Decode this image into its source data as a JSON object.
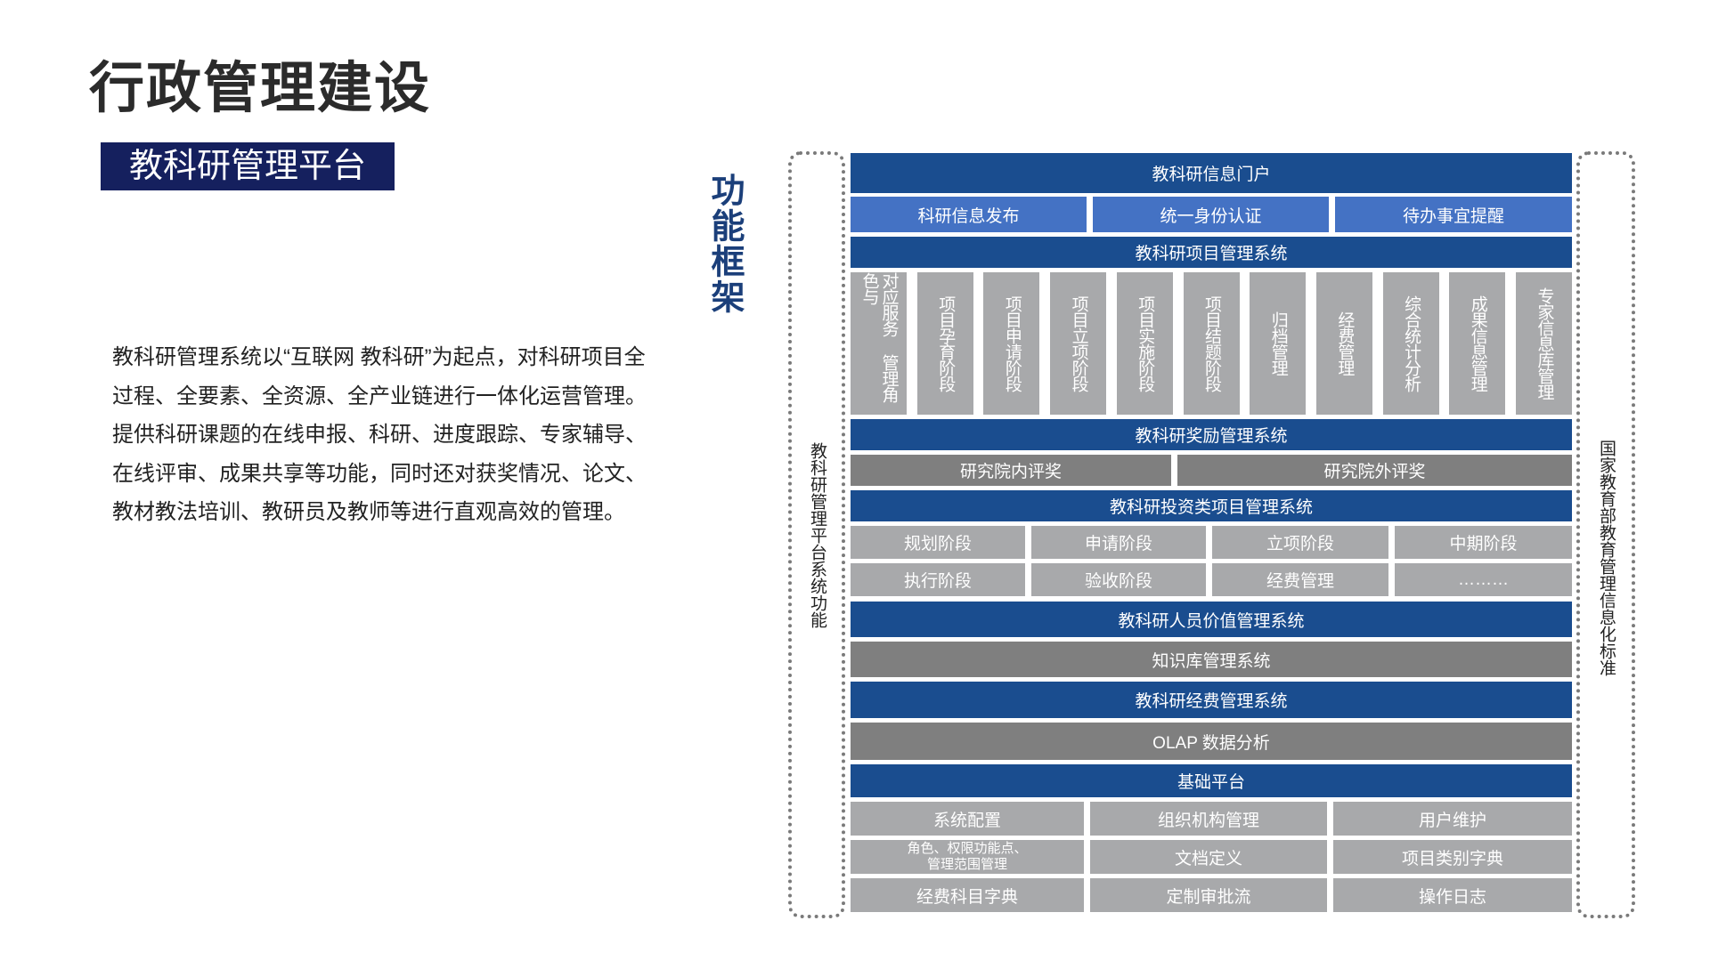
{
  "header": {
    "title": "行政管理建设",
    "subtitle": "教科研管理平台",
    "section_label": "功能框架"
  },
  "description": "教科研管理系统以“互联网 教科研”为起点，对科研项目全过程、全要素、全资源、全产业链进行一体化运营管理。提供科研课题的在线申报、科研、进度跟踪、专家辅导、在线评审、成果共享等功能，同时还对获奖情况、论文、教材教法培训、教研员及教师等进行直观高效的管理。",
  "side_labels": {
    "left": "教科研管理平台系统功能",
    "right": "国家教育部教育管理信息化标准"
  },
  "diagram": {
    "portal": "教科研信息门户",
    "portal_items": [
      "科研信息发布",
      "统一身份认证",
      "待办事宜提醒"
    ],
    "project_system": "教科研项目管理系统",
    "project_columns": [
      "对应服务 管理角色与",
      "项目孕育阶段",
      "项目申请阶段",
      "项目立项阶段",
      "项目实施阶段",
      "项目结题阶段",
      "归档管理",
      "经费管理",
      "综合统计分析",
      "成果信息管理",
      "专家信息库管理"
    ],
    "award_system": "教科研奖励管理系统",
    "award_items": [
      "研究院内评奖",
      "研究院外评奖"
    ],
    "invest_system": "教科研投资类项目管理系统",
    "invest_row1": [
      "规划阶段",
      "申请阶段",
      "立项阶段",
      "中期阶段"
    ],
    "invest_row2": [
      "执行阶段",
      "验收阶段",
      "经费管理",
      "………"
    ],
    "personnel_system": "教科研人员价值管理系统",
    "knowledge_system": "知识库管理系统",
    "funding_system": "教科研经费管理系统",
    "olap": "OLAP 数据分析",
    "base_platform": "基础平台",
    "base_row1": [
      "系统配置",
      "组织机构管理",
      "用户维护"
    ],
    "base_row2_first": [
      "角色、权限功能点、",
      "管理范围管理"
    ],
    "base_row2": [
      "文档定义",
      "项目类别字典"
    ],
    "base_row3": [
      "经费科目字典",
      "定制审批流",
      "操作日志"
    ]
  }
}
